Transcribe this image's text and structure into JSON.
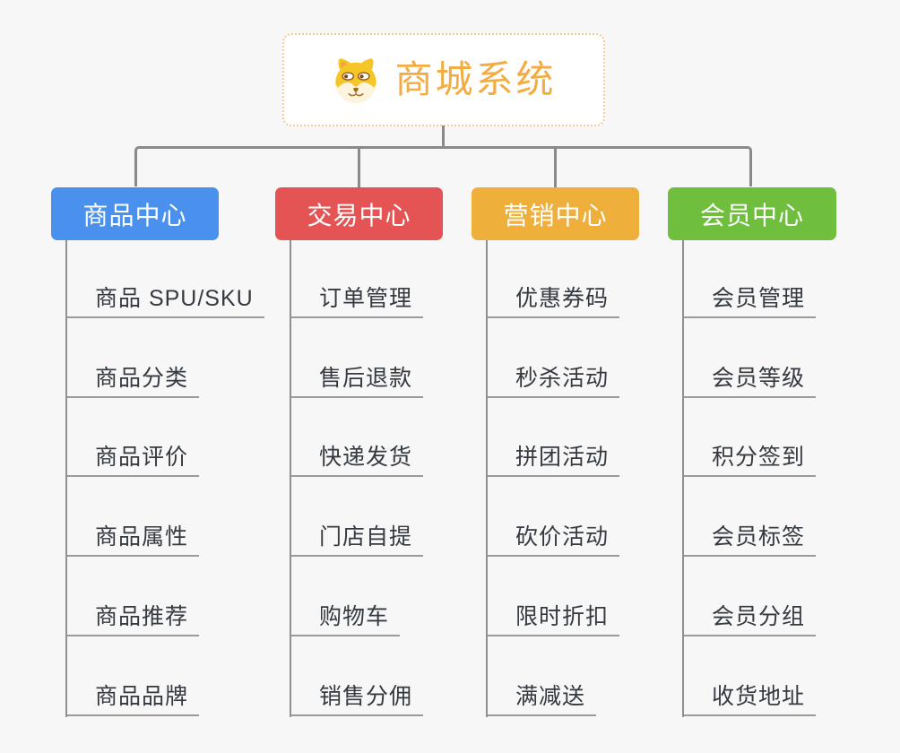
{
  "page": {
    "background": "#F7F7F7"
  },
  "root": {
    "title": "商城系统",
    "icon": "dog-face-icon",
    "text_color": "#F3AC42",
    "border_color": "#F5C98F"
  },
  "connector_color": "#8A8A8A",
  "underline_color": "#9A9A9A",
  "item_text_color": "#343A40",
  "branches": [
    {
      "label": "商品中心",
      "color": "#4A91EE",
      "items": [
        "商品 SPU/SKU",
        "商品分类",
        "商品评价",
        "商品属性",
        "商品推荐",
        "商品品牌"
      ]
    },
    {
      "label": "交易中心",
      "color": "#E45454",
      "items": [
        "订单管理",
        "售后退款",
        "快递发货",
        "门店自提",
        "购物车",
        "销售分佣"
      ]
    },
    {
      "label": "营销中心",
      "color": "#EFAF3B",
      "items": [
        "优惠券码",
        "秒杀活动",
        "拼团活动",
        "砍价活动",
        "限时折扣",
        "满减送"
      ]
    },
    {
      "label": "会员中心",
      "color": "#6FBE3E",
      "items": [
        "会员管理",
        "会员等级",
        "积分签到",
        "会员标签",
        "会员分组",
        "收货地址"
      ]
    }
  ]
}
